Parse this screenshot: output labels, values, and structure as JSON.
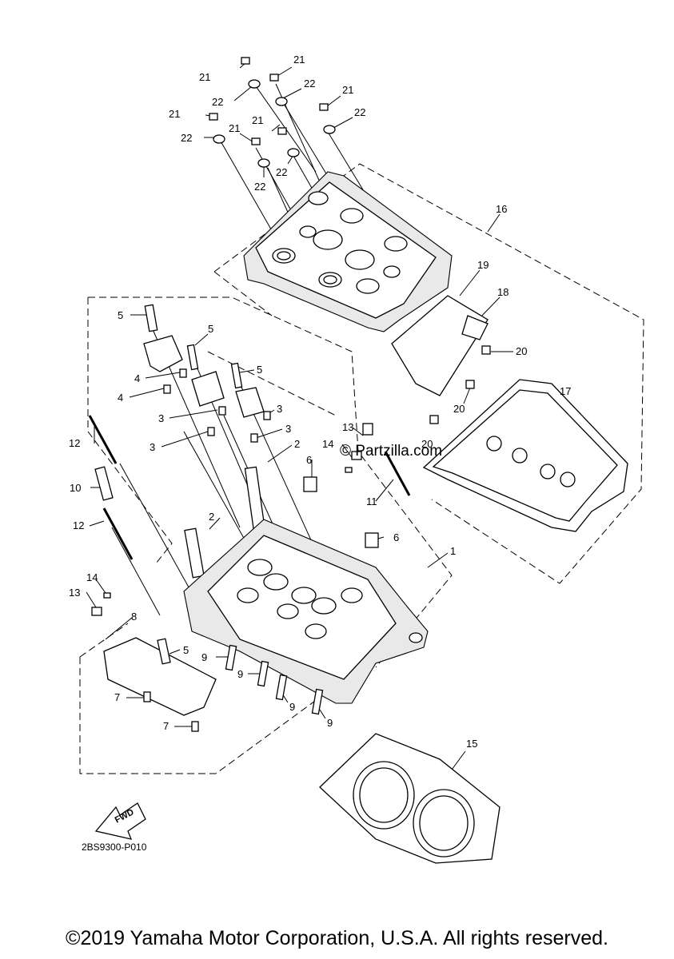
{
  "diagram": {
    "callouts": [
      {
        "id": "c21a",
        "text": "21"
      },
      {
        "id": "c21b",
        "text": "21"
      },
      {
        "id": "c21c",
        "text": "21"
      },
      {
        "id": "c21d",
        "text": "21"
      },
      {
        "id": "c21e",
        "text": "21"
      },
      {
        "id": "c21f",
        "text": "21"
      },
      {
        "id": "c22a",
        "text": "22"
      },
      {
        "id": "c22b",
        "text": "22"
      },
      {
        "id": "c22c",
        "text": "22"
      },
      {
        "id": "c22d",
        "text": "22"
      },
      {
        "id": "c22e",
        "text": "22"
      },
      {
        "id": "c22f",
        "text": "22"
      },
      {
        "id": "c16",
        "text": "16"
      },
      {
        "id": "c19",
        "text": "19"
      },
      {
        "id": "c18",
        "text": "18"
      },
      {
        "id": "c20a",
        "text": "20"
      },
      {
        "id": "c20b",
        "text": "20"
      },
      {
        "id": "c20c",
        "text": "20"
      },
      {
        "id": "c17",
        "text": "17"
      },
      {
        "id": "c5a",
        "text": "5"
      },
      {
        "id": "c5b",
        "text": "5"
      },
      {
        "id": "c5c",
        "text": "5"
      },
      {
        "id": "c5d",
        "text": "5"
      },
      {
        "id": "c4a",
        "text": "4"
      },
      {
        "id": "c4b",
        "text": "4"
      },
      {
        "id": "c3a",
        "text": "3"
      },
      {
        "id": "c3b",
        "text": "3"
      },
      {
        "id": "c3c",
        "text": "3"
      },
      {
        "id": "c3d",
        "text": "3"
      },
      {
        "id": "c2a",
        "text": "2"
      },
      {
        "id": "c2b",
        "text": "2"
      },
      {
        "id": "c13a",
        "text": "13"
      },
      {
        "id": "c13b",
        "text": "13"
      },
      {
        "id": "c14a",
        "text": "14"
      },
      {
        "id": "c14b",
        "text": "14"
      },
      {
        "id": "c12a",
        "text": "12"
      },
      {
        "id": "c12b",
        "text": "12"
      },
      {
        "id": "c10",
        "text": "10"
      },
      {
        "id": "c11",
        "text": "11"
      },
      {
        "id": "c6a",
        "text": "6"
      },
      {
        "id": "c6b",
        "text": "6"
      },
      {
        "id": "c1",
        "text": "1"
      },
      {
        "id": "c8",
        "text": "8"
      },
      {
        "id": "c7a",
        "text": "7"
      },
      {
        "id": "c7b",
        "text": "7"
      },
      {
        "id": "c9a",
        "text": "9"
      },
      {
        "id": "c9b",
        "text": "9"
      },
      {
        "id": "c9c",
        "text": "9"
      },
      {
        "id": "c9d",
        "text": "9"
      },
      {
        "id": "c15",
        "text": "15"
      }
    ],
    "watermark": "© Partzilla.com",
    "fwd_label": "FWD",
    "diagram_code": "2BS9300-P010"
  },
  "footer": {
    "copyright": "©2019 Yamaha Motor Corporation, U.S.A. All rights reserved."
  }
}
